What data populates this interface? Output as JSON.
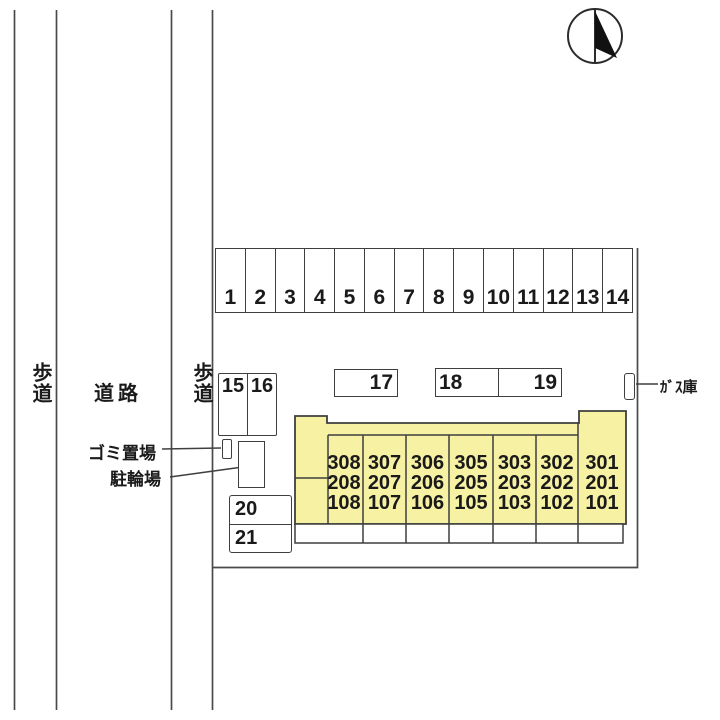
{
  "colors": {
    "building_fill": "#f7f1a3",
    "line": "#3f3f3f",
    "text": "#1a1a1a"
  },
  "streets": {
    "sidewalk_left": "歩道",
    "road": "道路",
    "sidewalk_right": "歩道"
  },
  "compass": {
    "icon": "north-arrow"
  },
  "parking": {
    "top_row": [
      "1",
      "2",
      "3",
      "4",
      "5",
      "6",
      "7",
      "8",
      "9",
      "10",
      "11",
      "12",
      "13",
      "14"
    ],
    "row_15_16": [
      "15",
      "16"
    ],
    "space_17": "17",
    "row_18_19": [
      "18",
      "19"
    ],
    "row_20_21": [
      "20",
      "21"
    ]
  },
  "facilities": {
    "garbage": "ゴミ置場",
    "bicycle": "駐輪場",
    "gas": "ｶﾞｽ庫"
  },
  "building": {
    "columns": [
      [
        "308",
        "208",
        "108"
      ],
      [
        "307",
        "207",
        "107"
      ],
      [
        "306",
        "206",
        "106"
      ],
      [
        "305",
        "205",
        "105"
      ],
      [
        "303",
        "203",
        "103"
      ],
      [
        "302",
        "202",
        "102"
      ],
      [
        "301",
        "201",
        "101"
      ]
    ]
  }
}
